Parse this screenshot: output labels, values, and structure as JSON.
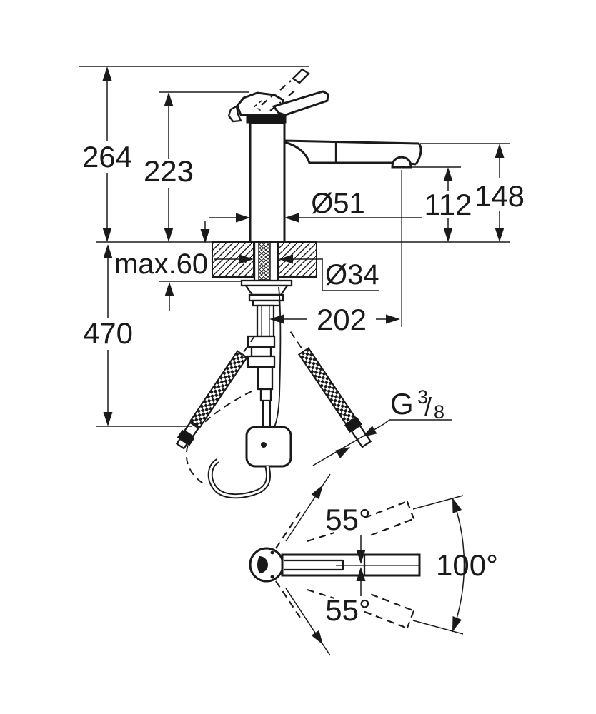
{
  "drawing": {
    "description": "Technical dimension drawing of a single-lever kitchen faucet with pull-out spout: side installation view and top swivel-range view",
    "units": "mm",
    "dims": {
      "overall_height": "264",
      "handle_height": "223",
      "body_diameter": "Ø51",
      "outlet_height": "112",
      "spout_top_height": "148",
      "max_counter_thickness": "max.60",
      "hole_diameter": "Ø34",
      "spout_reach": "202",
      "below_counter_length": "470",
      "thread_letter": "G",
      "thread_numerator": "3",
      "thread_slash": "/",
      "thread_denominator": "8",
      "swivel_upper": "55°",
      "swivel_lower": "55°",
      "swivel_total": "100°"
    },
    "line_color": "#1a1a1a",
    "background_color": "#ffffff"
  }
}
